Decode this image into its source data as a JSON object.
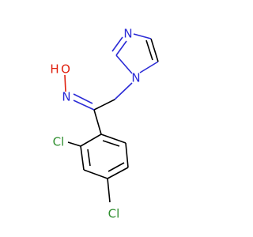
{
  "molecule": {
    "colors": {
      "carbon_bond": "#000000",
      "nitrogen": "#2b2bd6",
      "oxygen": "#e0210f",
      "chlorine": "#2f8f2f"
    },
    "labels": {
      "imidazole_n3": "N",
      "imidazole_n1": "N",
      "oxime_n": "N",
      "hydroxyl_o": "O",
      "hydroxyl_h": "H",
      "chlorine_ortho": "Cl",
      "chlorine_para": "Cl"
    }
  }
}
